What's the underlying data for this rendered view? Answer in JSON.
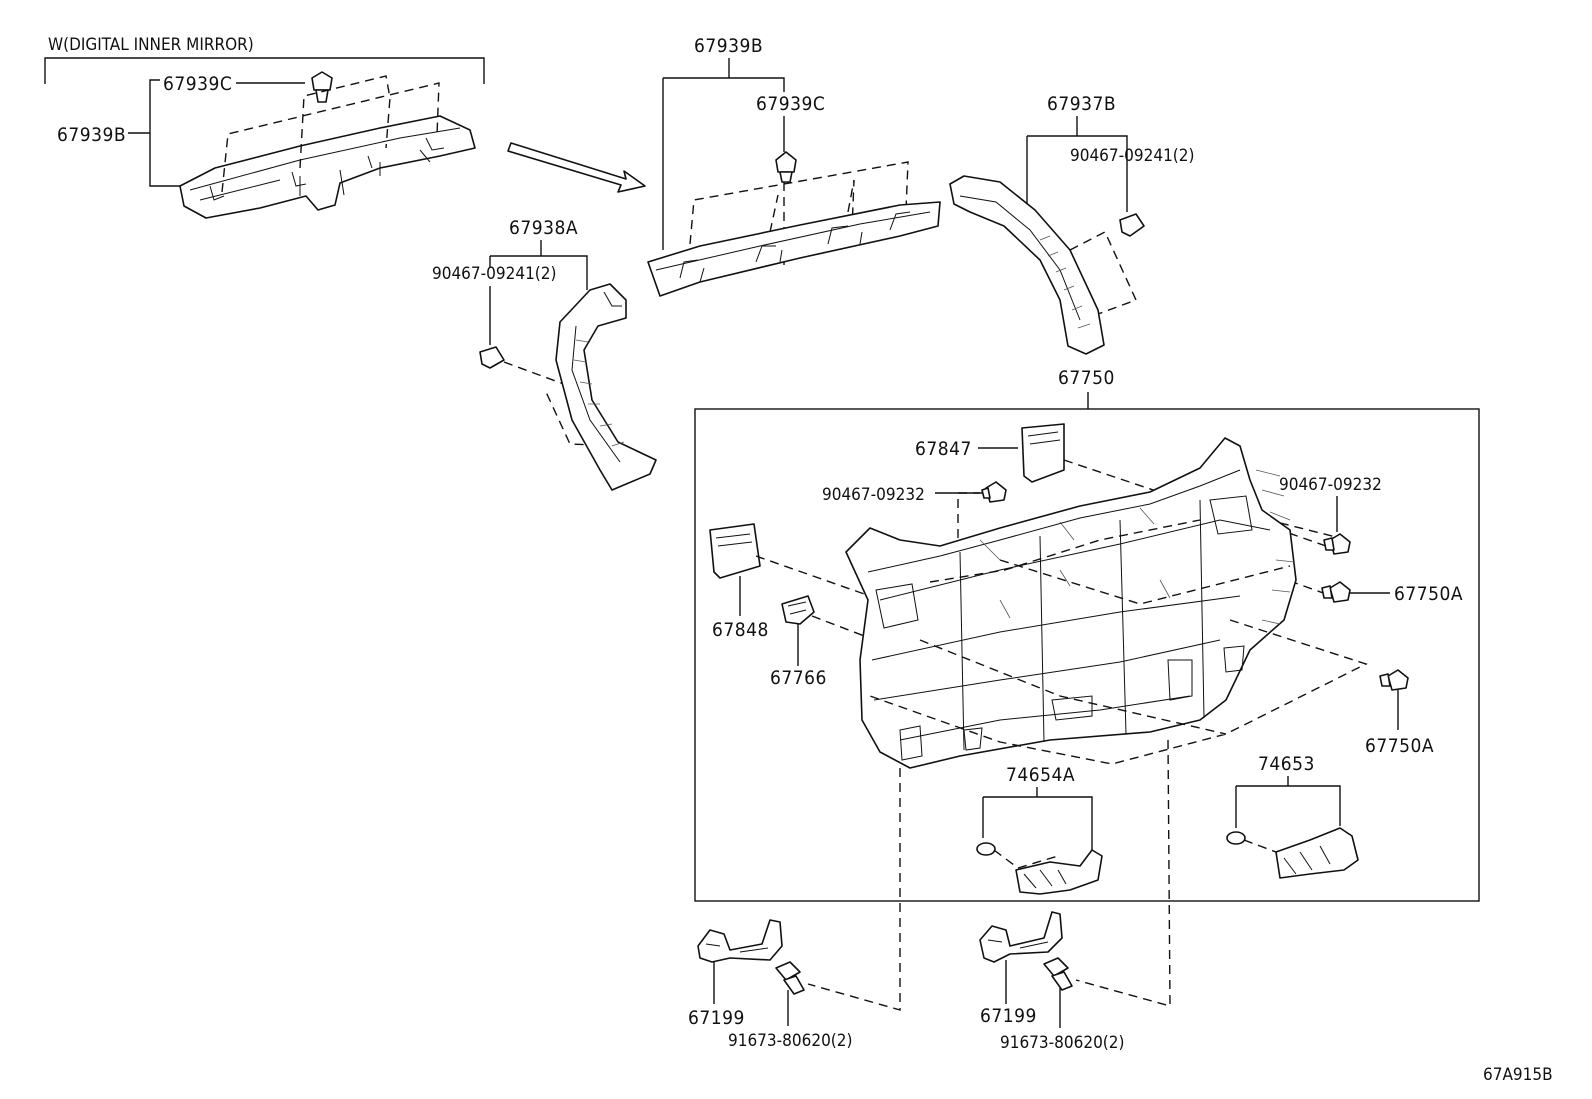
{
  "diagram": {
    "variant_note": "W(DIGITAL INNER MIRROR)",
    "figure_code": "67A915B",
    "labels": {
      "l_67939C_top": "67939C",
      "l_67939B_left": "67939B",
      "l_67939B_top": "67939B",
      "l_67939C_mid": "67939C",
      "l_67937B": "67937B",
      "l_90467_09241_right": "90467-09241(2)",
      "l_67938A": "67938A",
      "l_90467_09241_left": "90467-09241(2)",
      "l_67750": "67750",
      "l_67847": "67847",
      "l_90467_09232_mid": "90467-09232",
      "l_90467_09232_right": "90467-09232",
      "l_67750A_upper": "67750A",
      "l_67848": "67848",
      "l_67766": "67766",
      "l_67750A_lower": "67750A",
      "l_74654A": "74654A",
      "l_74653": "74653",
      "l_67199_left": "67199",
      "l_67199_right": "67199",
      "l_91673_left": "91673-80620(2)",
      "l_91673_right": "91673-80620(2)"
    }
  }
}
